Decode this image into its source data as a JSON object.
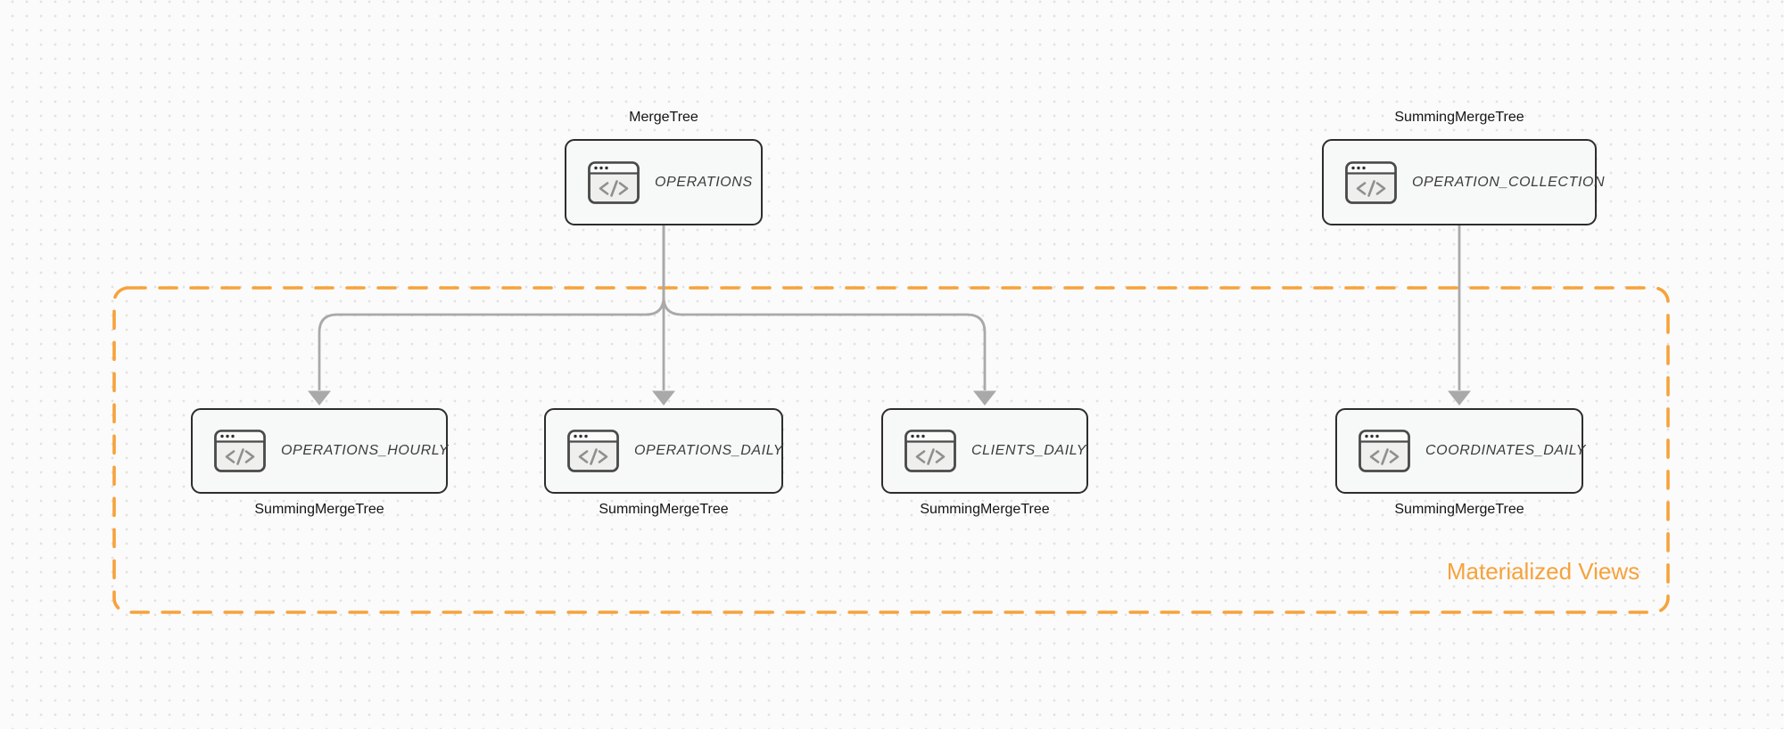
{
  "diagram": {
    "group": {
      "label": "Materialized Views",
      "border_color": "#f7a23b",
      "label_color": "#f7a23b"
    },
    "colors": {
      "background": "#fbfbfb",
      "dot": "#e2e2e2",
      "node_border": "#2d2d2d",
      "node_background": "#f7f8f8",
      "table_text": "#3c3c3c",
      "engine_text": "#141414",
      "arrow": "#a9a9a9",
      "icon_border": "#4a4a4a",
      "icon_glyph": "#8f8f8f"
    },
    "nodes": [
      {
        "engine": "MergeTree",
        "table": "OPERATIONS"
      },
      {
        "engine": "SummingMergeTree",
        "table": "OPERATION_COLLECTION"
      },
      {
        "engine": "SummingMergeTree",
        "table": "OPERATIONS_HOURLY"
      },
      {
        "engine": "SummingMergeTree",
        "table": "OPERATIONS_DAILY"
      },
      {
        "engine": "SummingMergeTree",
        "table": "CLIENTS_DAILY"
      },
      {
        "engine": "SummingMergeTree",
        "table": "COORDINATES_DAILY"
      }
    ]
  }
}
